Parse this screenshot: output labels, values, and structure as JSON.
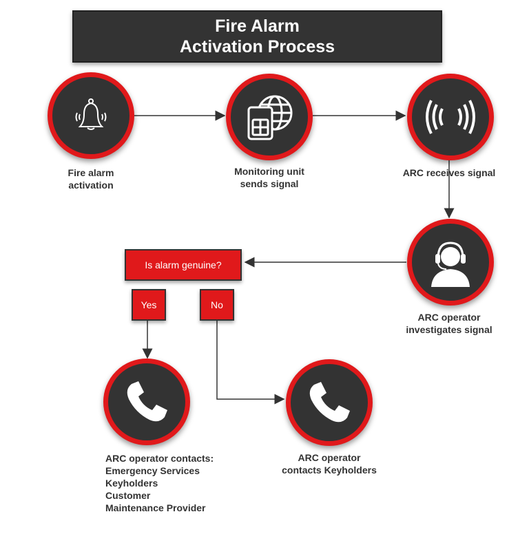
{
  "title": {
    "line1": "Fire Alarm",
    "line2": "Activation Process"
  },
  "steps": {
    "fire_alarm": {
      "line1": "Fire alarm",
      "line2": "activation"
    },
    "monitoring": {
      "line1": "Monitoring unit",
      "line2": "sends signal"
    },
    "arc_receives": {
      "line1": "ARC receives signal"
    },
    "arc_investigates": {
      "line1": "ARC operator",
      "line2": "investigates signal"
    },
    "contacts_all": {
      "lines": [
        "ARC operator contacts:",
        "Emergency Services",
        "Keyholders",
        "Customer",
        "Maintenance Provider"
      ]
    },
    "contacts_keyholders": {
      "line1": "ARC operator",
      "line2": "contacts Keyholders"
    }
  },
  "decision": {
    "question": "Is alarm genuine?",
    "yes": "Yes",
    "no": "No"
  },
  "colors": {
    "accent": "#e0191b",
    "dark": "#333333"
  }
}
